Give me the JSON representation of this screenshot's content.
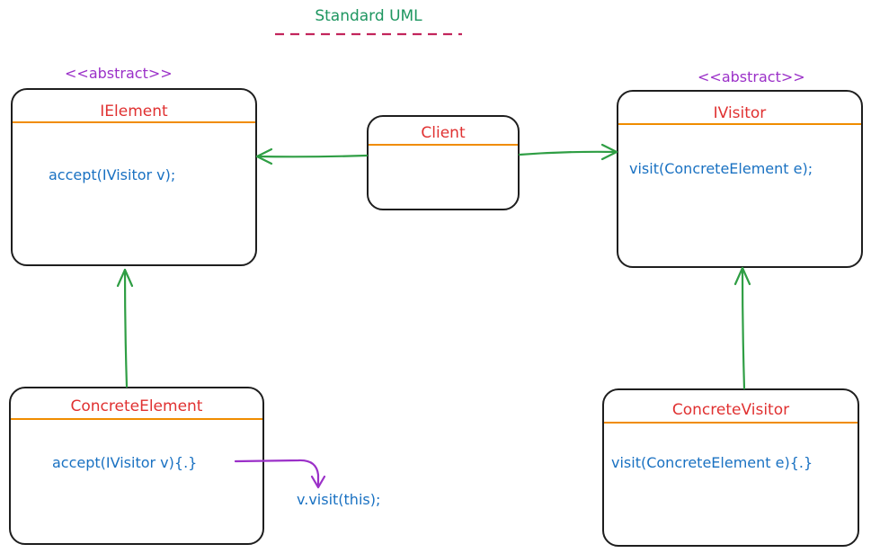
{
  "title": "Standard UML",
  "colors": {
    "title": "#1e9660",
    "title_underline": "#c2255c",
    "stereotype": "#9b30c8",
    "class_name": "#e03131",
    "separator": "#f08c00",
    "method": "#1971c2",
    "relation_arrow": "#2f9e44",
    "call_arrow": "#9b30c8",
    "box_border": "#1e1e1e"
  },
  "classes": {
    "ielement": {
      "stereotype": "<<abstract>>",
      "name": "IElement",
      "method": "accept(IVisitor v);"
    },
    "client": {
      "name": "Client"
    },
    "ivisitor": {
      "stereotype": "<<abstract>>",
      "name": "IVisitor",
      "method": "visit(ConcreteElement e);"
    },
    "concrete_element": {
      "name": "ConcreteElement",
      "method": "accept(IVisitor v){.}"
    },
    "concrete_visitor": {
      "name": "ConcreteVisitor",
      "method": "visit(ConcreteElement e){.}"
    }
  },
  "note": "v.visit(this);"
}
